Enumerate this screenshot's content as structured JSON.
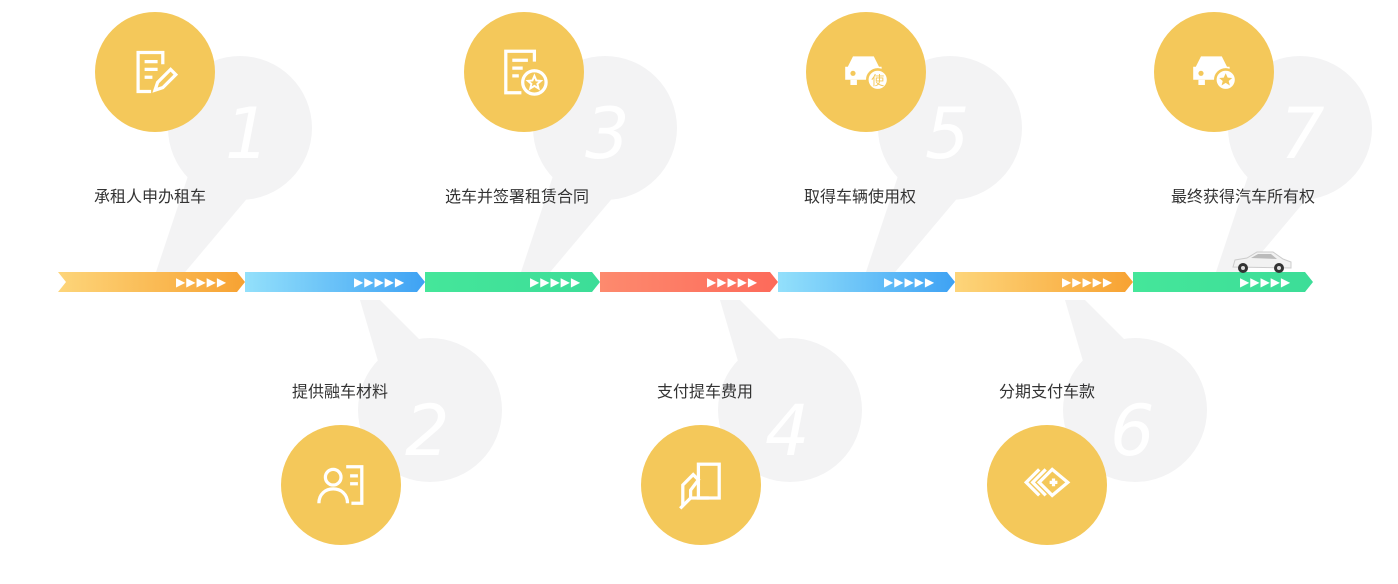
{
  "steps": [
    {
      "number": "1",
      "label": "承租人申办租车",
      "icon": "document-edit-icon"
    },
    {
      "number": "2",
      "label": "提供融车材料",
      "icon": "id-card-icon"
    },
    {
      "number": "3",
      "label": "选车并签署租赁合同",
      "icon": "contract-star-icon"
    },
    {
      "number": "4",
      "label": "支付提车费用",
      "icon": "hand-card-icon"
    },
    {
      "number": "5",
      "label": "取得车辆使用权",
      "icon": "car-use-icon"
    },
    {
      "number": "6",
      "label": "分期支付车款",
      "icon": "cards-icon"
    },
    {
      "number": "7",
      "label": "最终获得汽车所有权",
      "icon": "car-star-icon"
    }
  ],
  "colors": {
    "circle": "#f4c85a",
    "orange": "#f7a93a",
    "blue": "#4aa8f5",
    "green": "#3fe09a",
    "red": "#fd7d64"
  },
  "timeline_icon": "car-icon"
}
